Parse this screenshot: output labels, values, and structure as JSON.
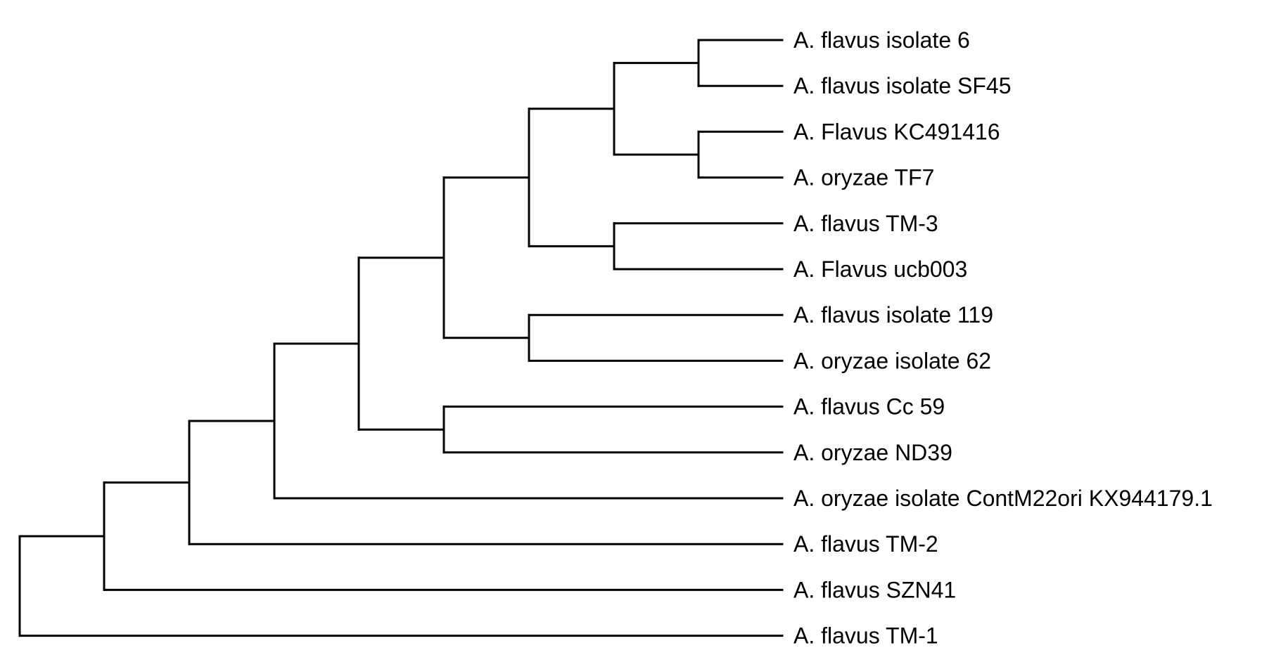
{
  "diagram": {
    "type": "phylogenetic-tree",
    "line_color": "#000000",
    "label_color": "#000000",
    "background": "#ffffff",
    "leaves": [
      "A. flavus isolate 6",
      "A. flavus isolate SF45",
      "A. Flavus KC491416",
      "A. oryzae TF7",
      "A. flavus TM-3",
      "A. Flavus ucb003",
      "A. flavus isolate 119",
      "A. oryzae isolate 62",
      "A. flavus Cc 59",
      "A. oryzae ND39",
      "A. oryzae isolate ContM22ori KX944179.1",
      "A. flavus TM-2",
      "A. flavus SZN41",
      "A. flavus TM-1"
    ],
    "topology": {
      "children": [
        {
          "children": [
            {
              "children": [
                {
                  "children": [
                    {
                      "children": [
                        {
                          "children": [
                            {
                              "children": [
                                {
                                  "children": [
                                    {
                                      "leaf": 0
                                    },
                                    {
                                      "leaf": 1
                                    }
                                  ]
                                },
                                {
                                  "children": [
                                    {
                                      "leaf": 2
                                    },
                                    {
                                      "leaf": 3
                                    }
                                  ]
                                }
                              ]
                            },
                            {
                              "children": [
                                {
                                  "leaf": 4
                                },
                                {
                                  "leaf": 5
                                }
                              ]
                            }
                          ]
                        },
                        {
                          "children": [
                            {
                              "leaf": 6
                            },
                            {
                              "leaf": 7
                            }
                          ]
                        }
                      ]
                    },
                    {
                      "children": [
                        {
                          "leaf": 8
                        },
                        {
                          "leaf": 9
                        }
                      ]
                    }
                  ]
                },
                {
                  "leaf": 10
                }
              ]
            },
            {
              "leaf": 11
            }
          ]
        },
        {
          "leaf": 12
        }
      ]
    },
    "outgroup": {
      "leaf": 13
    }
  }
}
